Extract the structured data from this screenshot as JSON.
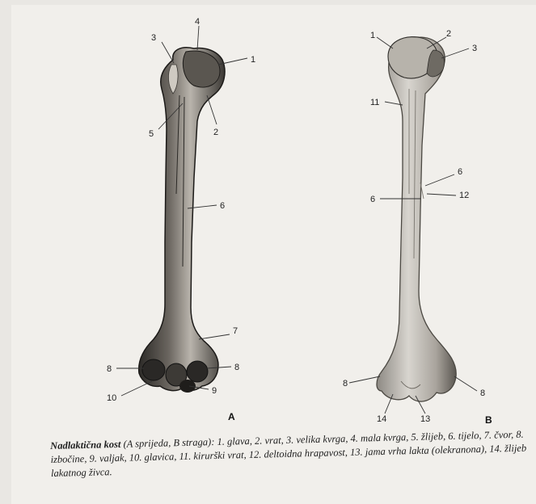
{
  "figure": {
    "panels": {
      "a": "A",
      "b": "B"
    },
    "labels_a": [
      "1",
      "2",
      "3",
      "4",
      "5",
      "6",
      "7",
      "8",
      "8",
      "9",
      "10"
    ],
    "labels_b": [
      "1",
      "2",
      "3",
      "11",
      "6",
      "6",
      "12",
      "8",
      "8",
      "14",
      "13"
    ]
  },
  "caption": {
    "title": "Nadlaktična kost",
    "text": " (A sprijeda, B straga): 1. glava, 2. vrat, 3. velika kvrga, 4. mala kvrga, 5. žlijeb, 6. tijelo, 7. čvor, 8. izbočine, 9. valjak, 10. glavica, 11. kirurški vrat, 12. deltoidna hrapavost, 13. jama vrha lakta (olekranona), 14. žlijeb lakatnog živca."
  }
}
